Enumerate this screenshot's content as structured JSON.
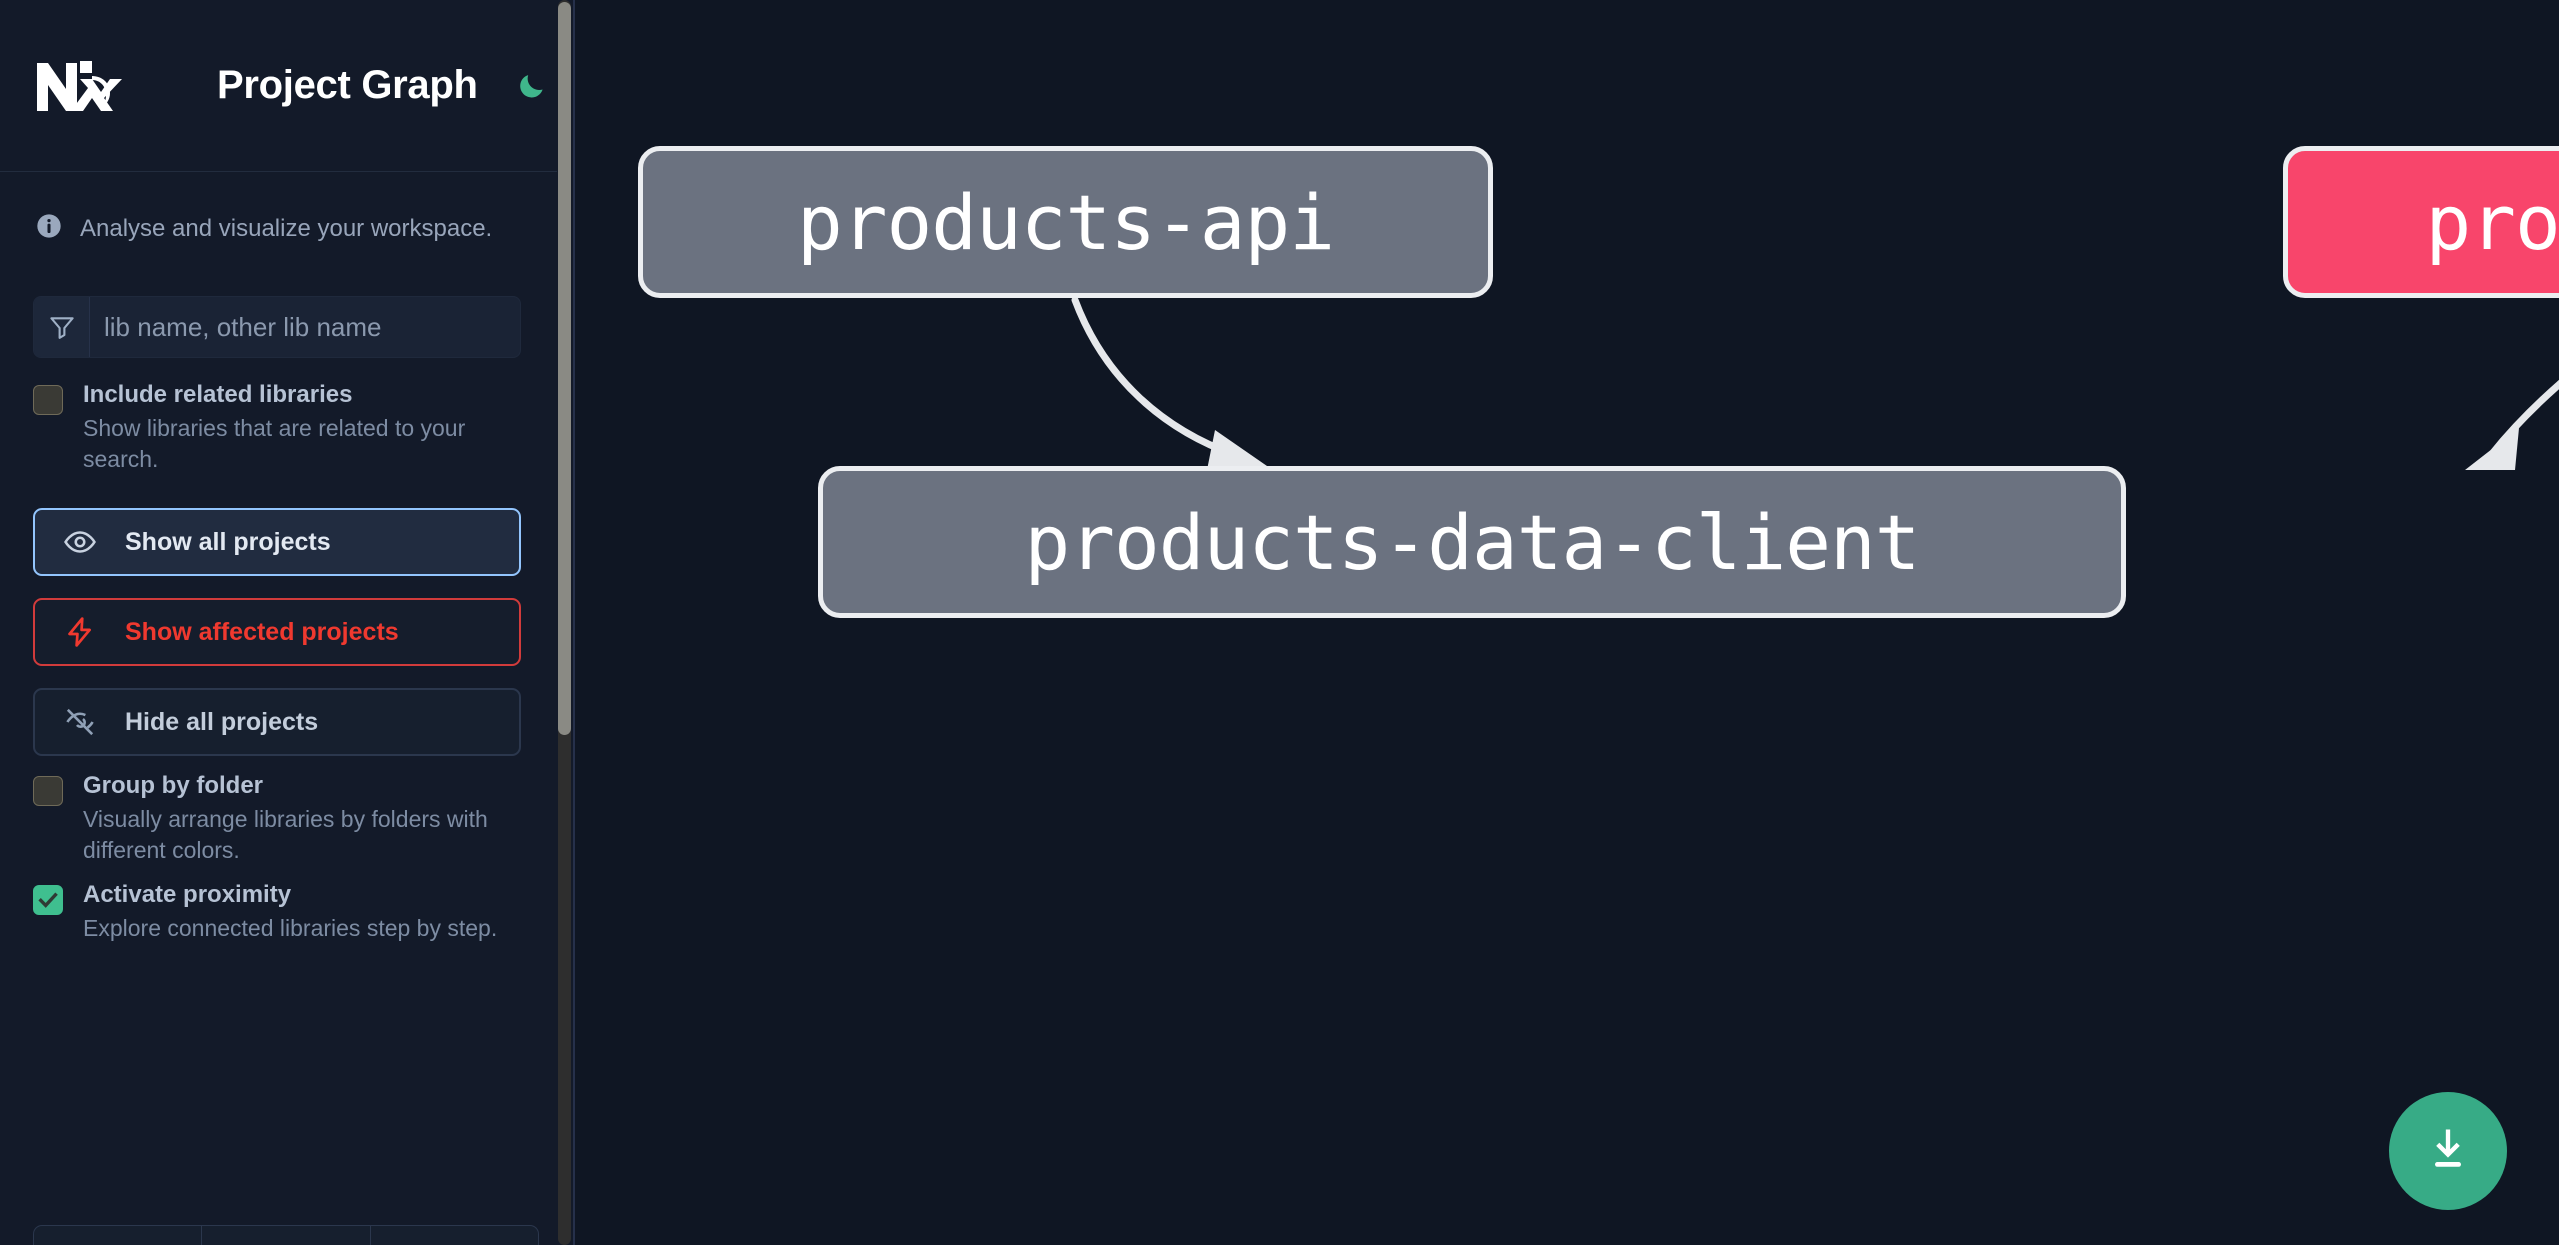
{
  "app": {
    "title": "Project Graph",
    "logo_icon": "nx-logo",
    "theme_toggle_icon": "moon-icon",
    "background_color": "#0f1623",
    "sidebar_color": "#131a29"
  },
  "sidebar": {
    "subtitle": {
      "icon": "info-circle-icon",
      "text": "Analyse and visualize your workspace."
    },
    "search": {
      "icon": "filter-funnel-icon",
      "placeholder": "lib name, other lib name",
      "value": ""
    },
    "options": [
      {
        "id": "include-related-libraries",
        "label": "Include related libraries",
        "description": "Show libraries that are related to your search.",
        "checked": false
      },
      {
        "id": "group-by-folder",
        "label": "Group by folder",
        "description": "Visually arrange libraries by folders with different colors.",
        "checked": false
      },
      {
        "id": "activate-proximity",
        "label": "Activate proximity",
        "description": "Explore connected libraries step by step.",
        "checked": true
      }
    ],
    "buttons": [
      {
        "id": "show-all-projects",
        "label": "Show all projects",
        "icon": "eye-icon",
        "style": "primary",
        "accent": "#93c5fd"
      },
      {
        "id": "show-affected-projects",
        "label": "Show affected projects",
        "icon": "lightning-bolt-icon",
        "style": "danger",
        "accent": "#f0392f"
      },
      {
        "id": "hide-all-projects",
        "label": "Hide all projects",
        "icon": "eye-slash-icon",
        "style": "plain",
        "accent": "#2b374d"
      }
    ],
    "scrollbar": {
      "thumb_color": "#8a8a84",
      "track_color": "#2e2e2e"
    }
  },
  "graph": {
    "nodes": [
      {
        "id": "products-api",
        "label": "products-api",
        "color": "#6b7280",
        "state": "normal"
      },
      {
        "id": "products-cli",
        "label": "products-cli",
        "color": "#f8456b",
        "state": "affected"
      },
      {
        "id": "products-data-client",
        "label": "products-data-client",
        "color": "#6b7280",
        "state": "normal"
      }
    ],
    "edges": [
      {
        "from": "products-api",
        "to": "products-data-client"
      },
      {
        "from": "products-cli",
        "to": "products-data-client"
      }
    ],
    "edge_color": "#e6e8eb"
  },
  "download_button": {
    "icon": "download-icon",
    "color": "#37ab86"
  }
}
